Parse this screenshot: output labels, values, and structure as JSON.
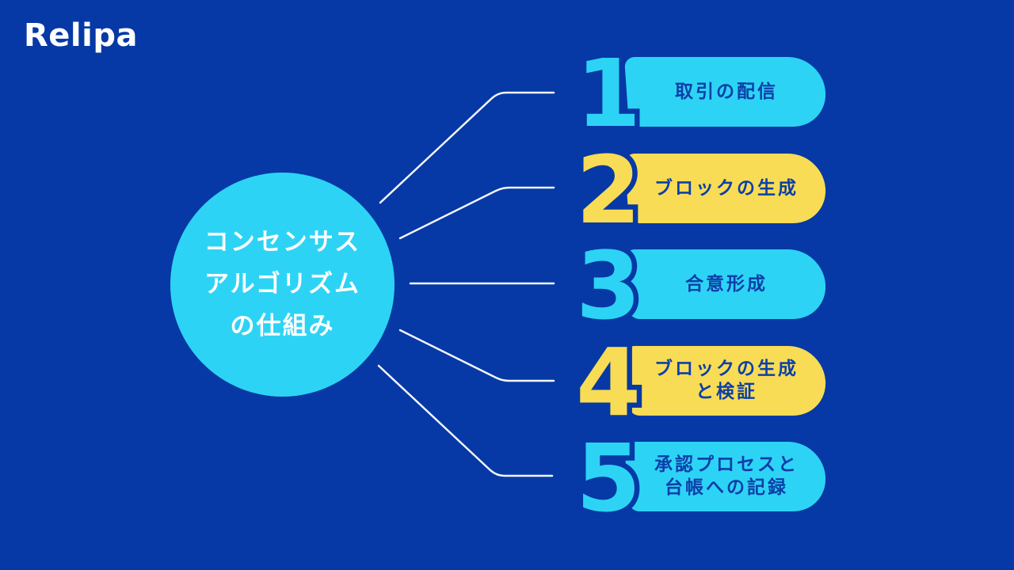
{
  "logo": {
    "text": "Relipa"
  },
  "colors": {
    "background": "#0639a5",
    "cyan": "#2dd3f5",
    "yellow": "#f8dc55",
    "pill_text": "#0d3fa8",
    "white": "#ffffff",
    "line": "#ffffff"
  },
  "center": {
    "lines": [
      "コンセンサス",
      "アルゴリズム",
      "の仕組み"
    ]
  },
  "steps": [
    {
      "number": "1",
      "label": "取引の配信",
      "color": "cyan"
    },
    {
      "number": "2",
      "label": "ブロックの生成",
      "color": "yellow"
    },
    {
      "number": "3",
      "label": "合意形成",
      "color": "cyan"
    },
    {
      "number": "4",
      "label": "ブロックの生成\nと検証",
      "color": "yellow"
    },
    {
      "number": "5",
      "label": "承認プロセスと\n台帳への記録",
      "color": "cyan"
    }
  ]
}
